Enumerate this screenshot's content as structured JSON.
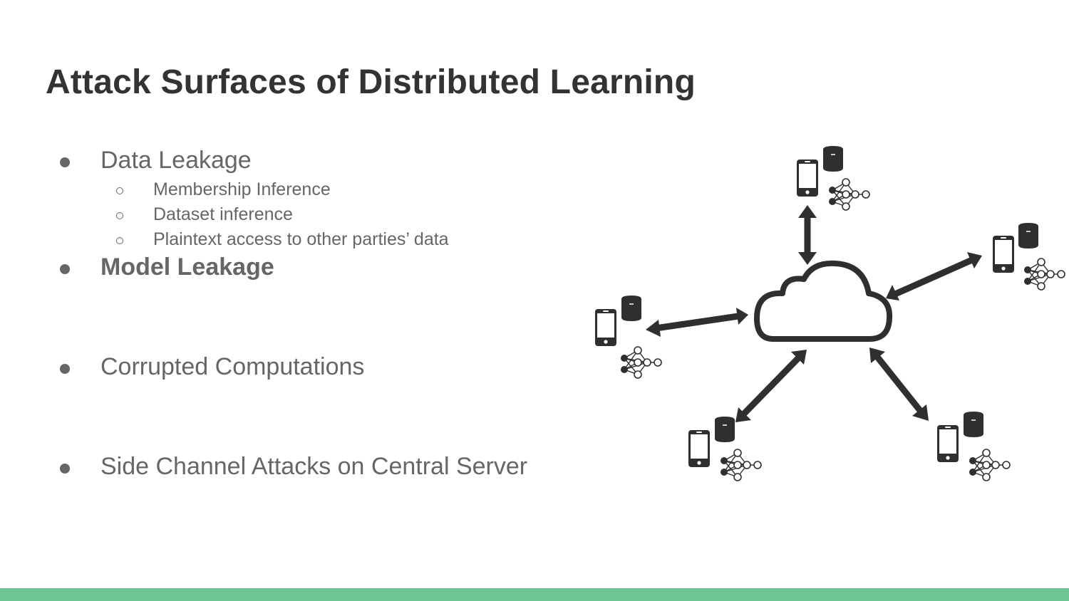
{
  "slide": {
    "title": "Attack Surfaces of Distributed Learning",
    "accent_color": "#6fc494",
    "bullets": [
      {
        "text": "Data Leakage",
        "bold": false,
        "sub": [
          "Membership Inference",
          "Dataset inference",
          "Plaintext access to other parties’ data"
        ]
      },
      {
        "text": "Model Leakage",
        "bold": true,
        "sub": []
      },
      {
        "text": "Corrupted Computations",
        "bold": false,
        "sub": []
      },
      {
        "text": "Side Channel Attacks on Central Server",
        "bold": false,
        "sub": []
      }
    ]
  },
  "diagram": {
    "center_icon": "cloud-icon",
    "client_icons": [
      "smartphone-icon",
      "database-icon",
      "neural-network-icon"
    ],
    "connector_icon": "double-arrow-icon",
    "client_count": 5
  }
}
